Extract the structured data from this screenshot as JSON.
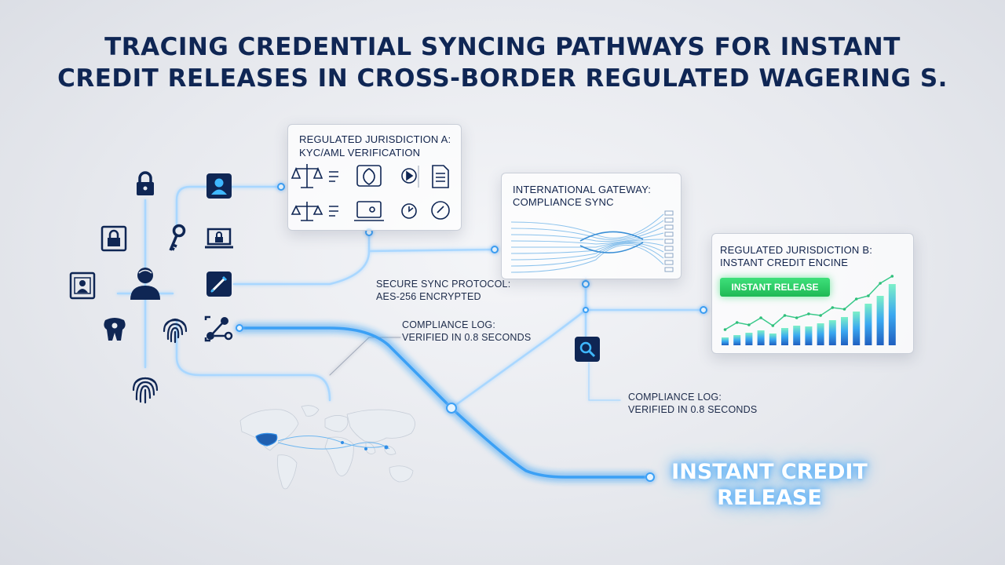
{
  "title": {
    "line1": "TRACING CREDENTIAL SYNCING PATHWAYS FOR INSTANT",
    "line2": "CREDIT RELEASES IN CROSS-BORDER REGULATED WAGERING S."
  },
  "panels": {
    "jurisdiction_a": {
      "line1": "REGULATED JURISDICTION A:",
      "line2": "KYC/AML VERIFICATION"
    },
    "gateway": {
      "line1": "INTERNATIONAL GATEWAY:",
      "line2": "COMPLIANCE SYNC"
    },
    "jurisdiction_b": {
      "line1": "REGULATED JURISDICTION B:",
      "line2": "INSTANT CREDIT ENCINE",
      "button": "INSTANT RELEASE"
    }
  },
  "labels": {
    "protocol_line1": "SECURE SYNC PROTOCOL:",
    "protocol_line2": "AES-256 ENCRYPTED",
    "log1_line1": "COMPLIANCE LOG:",
    "log1_line2": "VERIFIED IN 0.8 SECONDS",
    "log2_line1": "COMPLIANCE LOG:",
    "log2_line2": "VERIFIED IN 0.8 SECONDS"
  },
  "final": {
    "line1": "INSTANT CREDIT",
    "line2": "RELEASE"
  },
  "chart_data": {
    "type": "bar",
    "values": [
      1,
      1.3,
      1.6,
      1.9,
      1.5,
      2.2,
      2.5,
      2.4,
      2.8,
      3.2,
      3.6,
      4.3,
      5.3,
      6.3,
      7.8
    ]
  },
  "colors": {
    "navy": "#0f2654",
    "glow": "#5cb8ff",
    "green": "#28c763"
  },
  "icons": [
    "lock-icon",
    "user-icon",
    "key-icon",
    "laptop-lock-icon",
    "id-card-icon",
    "person-icon",
    "edit-icon",
    "fingerprint-icon",
    "network-icon",
    "scales-icon",
    "document-icon",
    "play-icon",
    "shield-icon",
    "search-icon",
    "world-map-icon"
  ]
}
